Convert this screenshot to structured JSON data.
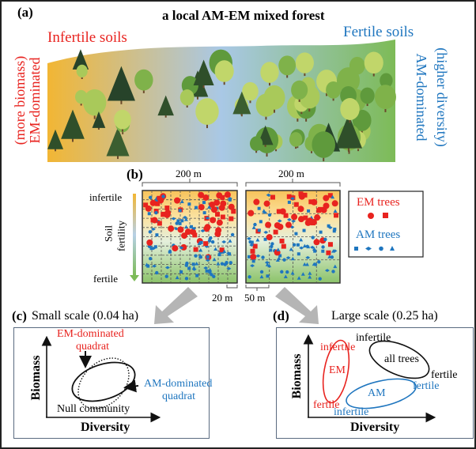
{
  "panel_a": {
    "label": "(a)",
    "title": "a local AM-EM mixed forest",
    "infertile_label": "Infertile soils",
    "fertile_label": "Fertile soils",
    "left_side": {
      "line1": "(more biomass)",
      "line2": "EM-dominated"
    },
    "right_side": {
      "line1": "(higher diversity)",
      "line2": "AM-dominated"
    }
  },
  "panel_b": {
    "label": "(b)",
    "plot1_width": "200 m",
    "plot2_width": "200 m",
    "plot1_cell": "20 m",
    "plot2_cell": "50 m",
    "axis_top": "infertile",
    "axis_bottom": "fertile",
    "axis_title_1": "Soil",
    "axis_title_2": "fertility",
    "legend": {
      "em": "EM trees",
      "am": "AM trees"
    }
  },
  "panel_c": {
    "label": "(c)",
    "title": "Small scale (0.04 ha)",
    "ylabel": "Biomass",
    "xlabel": "Diversity",
    "em_label_1": "EM-dominated",
    "em_label_2": "quadrat",
    "am_label_1": "AM-dominated",
    "am_label_2": "quadrat",
    "null_label": "Null community"
  },
  "panel_d": {
    "label": "(d)",
    "title": "Large scale (0.25 ha)",
    "ylabel": "Biomass",
    "xlabel": "Diversity",
    "all_trees": "all trees",
    "all_infertile": "infertile",
    "all_fertile": "fertile",
    "em": "EM",
    "em_infertile": "infertile",
    "em_fertile": "fertile",
    "am": "AM",
    "am_fertile": "fertile",
    "am_infertile": "infertile"
  },
  "colors": {
    "em": "#e8231f",
    "am": "#1f76bf",
    "infertile": "#f2b634",
    "fertile": "#7dbb57",
    "arrow": "#b5b5b5"
  }
}
